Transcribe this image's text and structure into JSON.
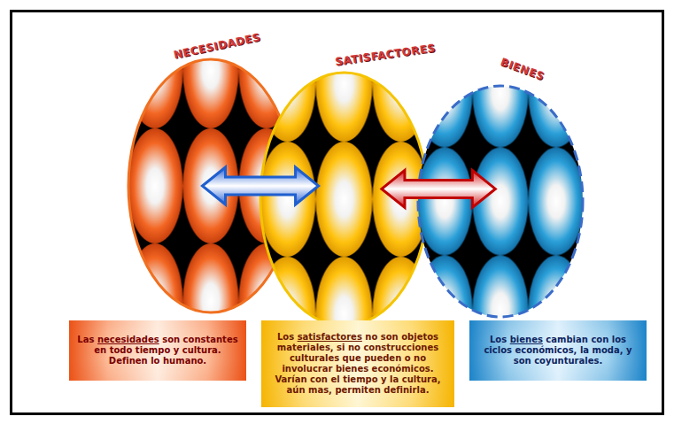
{
  "diagram": {
    "nodes": [
      {
        "text": [
          "NECESIDADES"
        ]
      },
      {
        "text": [
          "SATISFACTORES"
        ]
      },
      {
        "text": [
          "BIENES"
        ]
      },
      {
        "text": [
          "Las necesidades son constantes en todo tiempo y cultura. Definen lo humano."
        ]
      },
      {
        "text": [
          "Los satisfactores no son objetos materiales, si no construcciones culturales que pueden o no involucrar bienes económicos. Varían con el tiempo y la cultura, aún mas, permiten definirla."
        ]
      },
      {
        "text": [
          "Los bienes cambian con los ciclos económicos, la moda, y son coyunturales."
        ]
      }
    ],
    "edges": [
      {
        "from": 0,
        "to": 1,
        "arrow": "both"
      },
      {
        "from": 1,
        "to": 2,
        "arrow": "both"
      }
    ]
  }
}
